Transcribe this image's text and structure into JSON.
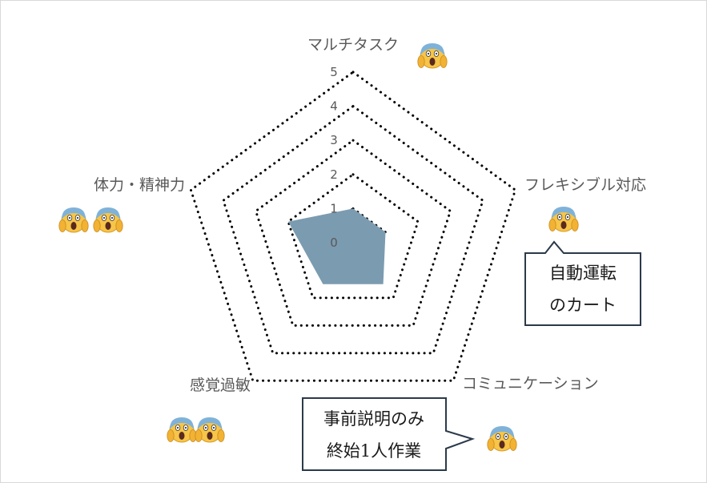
{
  "chart_data": {
    "type": "radar",
    "categories": [
      "マルチタスク",
      "フレキシブル対応",
      "コミュニケーション",
      "感覚過敏",
      "体力・精神力"
    ],
    "values": [
      1,
      1,
      1.5,
      1.5,
      2
    ],
    "rmax": 5,
    "ticks": [
      "0",
      "1",
      "2",
      "3",
      "4",
      "5"
    ],
    "fill_color": "#7b9bb0",
    "grid_style": "dotted",
    "icons": [
      {
        "name": "screaming-face-icon",
        "category": "マルチタスク",
        "count": 1
      },
      {
        "name": "screaming-face-icon",
        "category": "フレキシブル対応",
        "count": 1
      },
      {
        "name": "screaming-face-icon",
        "category": "コミュニケーション",
        "count": 1
      },
      {
        "name": "screaming-face-icon",
        "category": "感覚過敏",
        "count": 2
      },
      {
        "name": "screaming-face-icon",
        "category": "体力・精神力",
        "count": 2
      }
    ],
    "callouts": [
      {
        "lines": [
          "自動運転",
          "のカート"
        ],
        "category": "フレキシブル対応"
      },
      {
        "lines": [
          "事前説明のみ",
          "終始1人作業"
        ],
        "category": "コミュニケーション"
      }
    ]
  }
}
